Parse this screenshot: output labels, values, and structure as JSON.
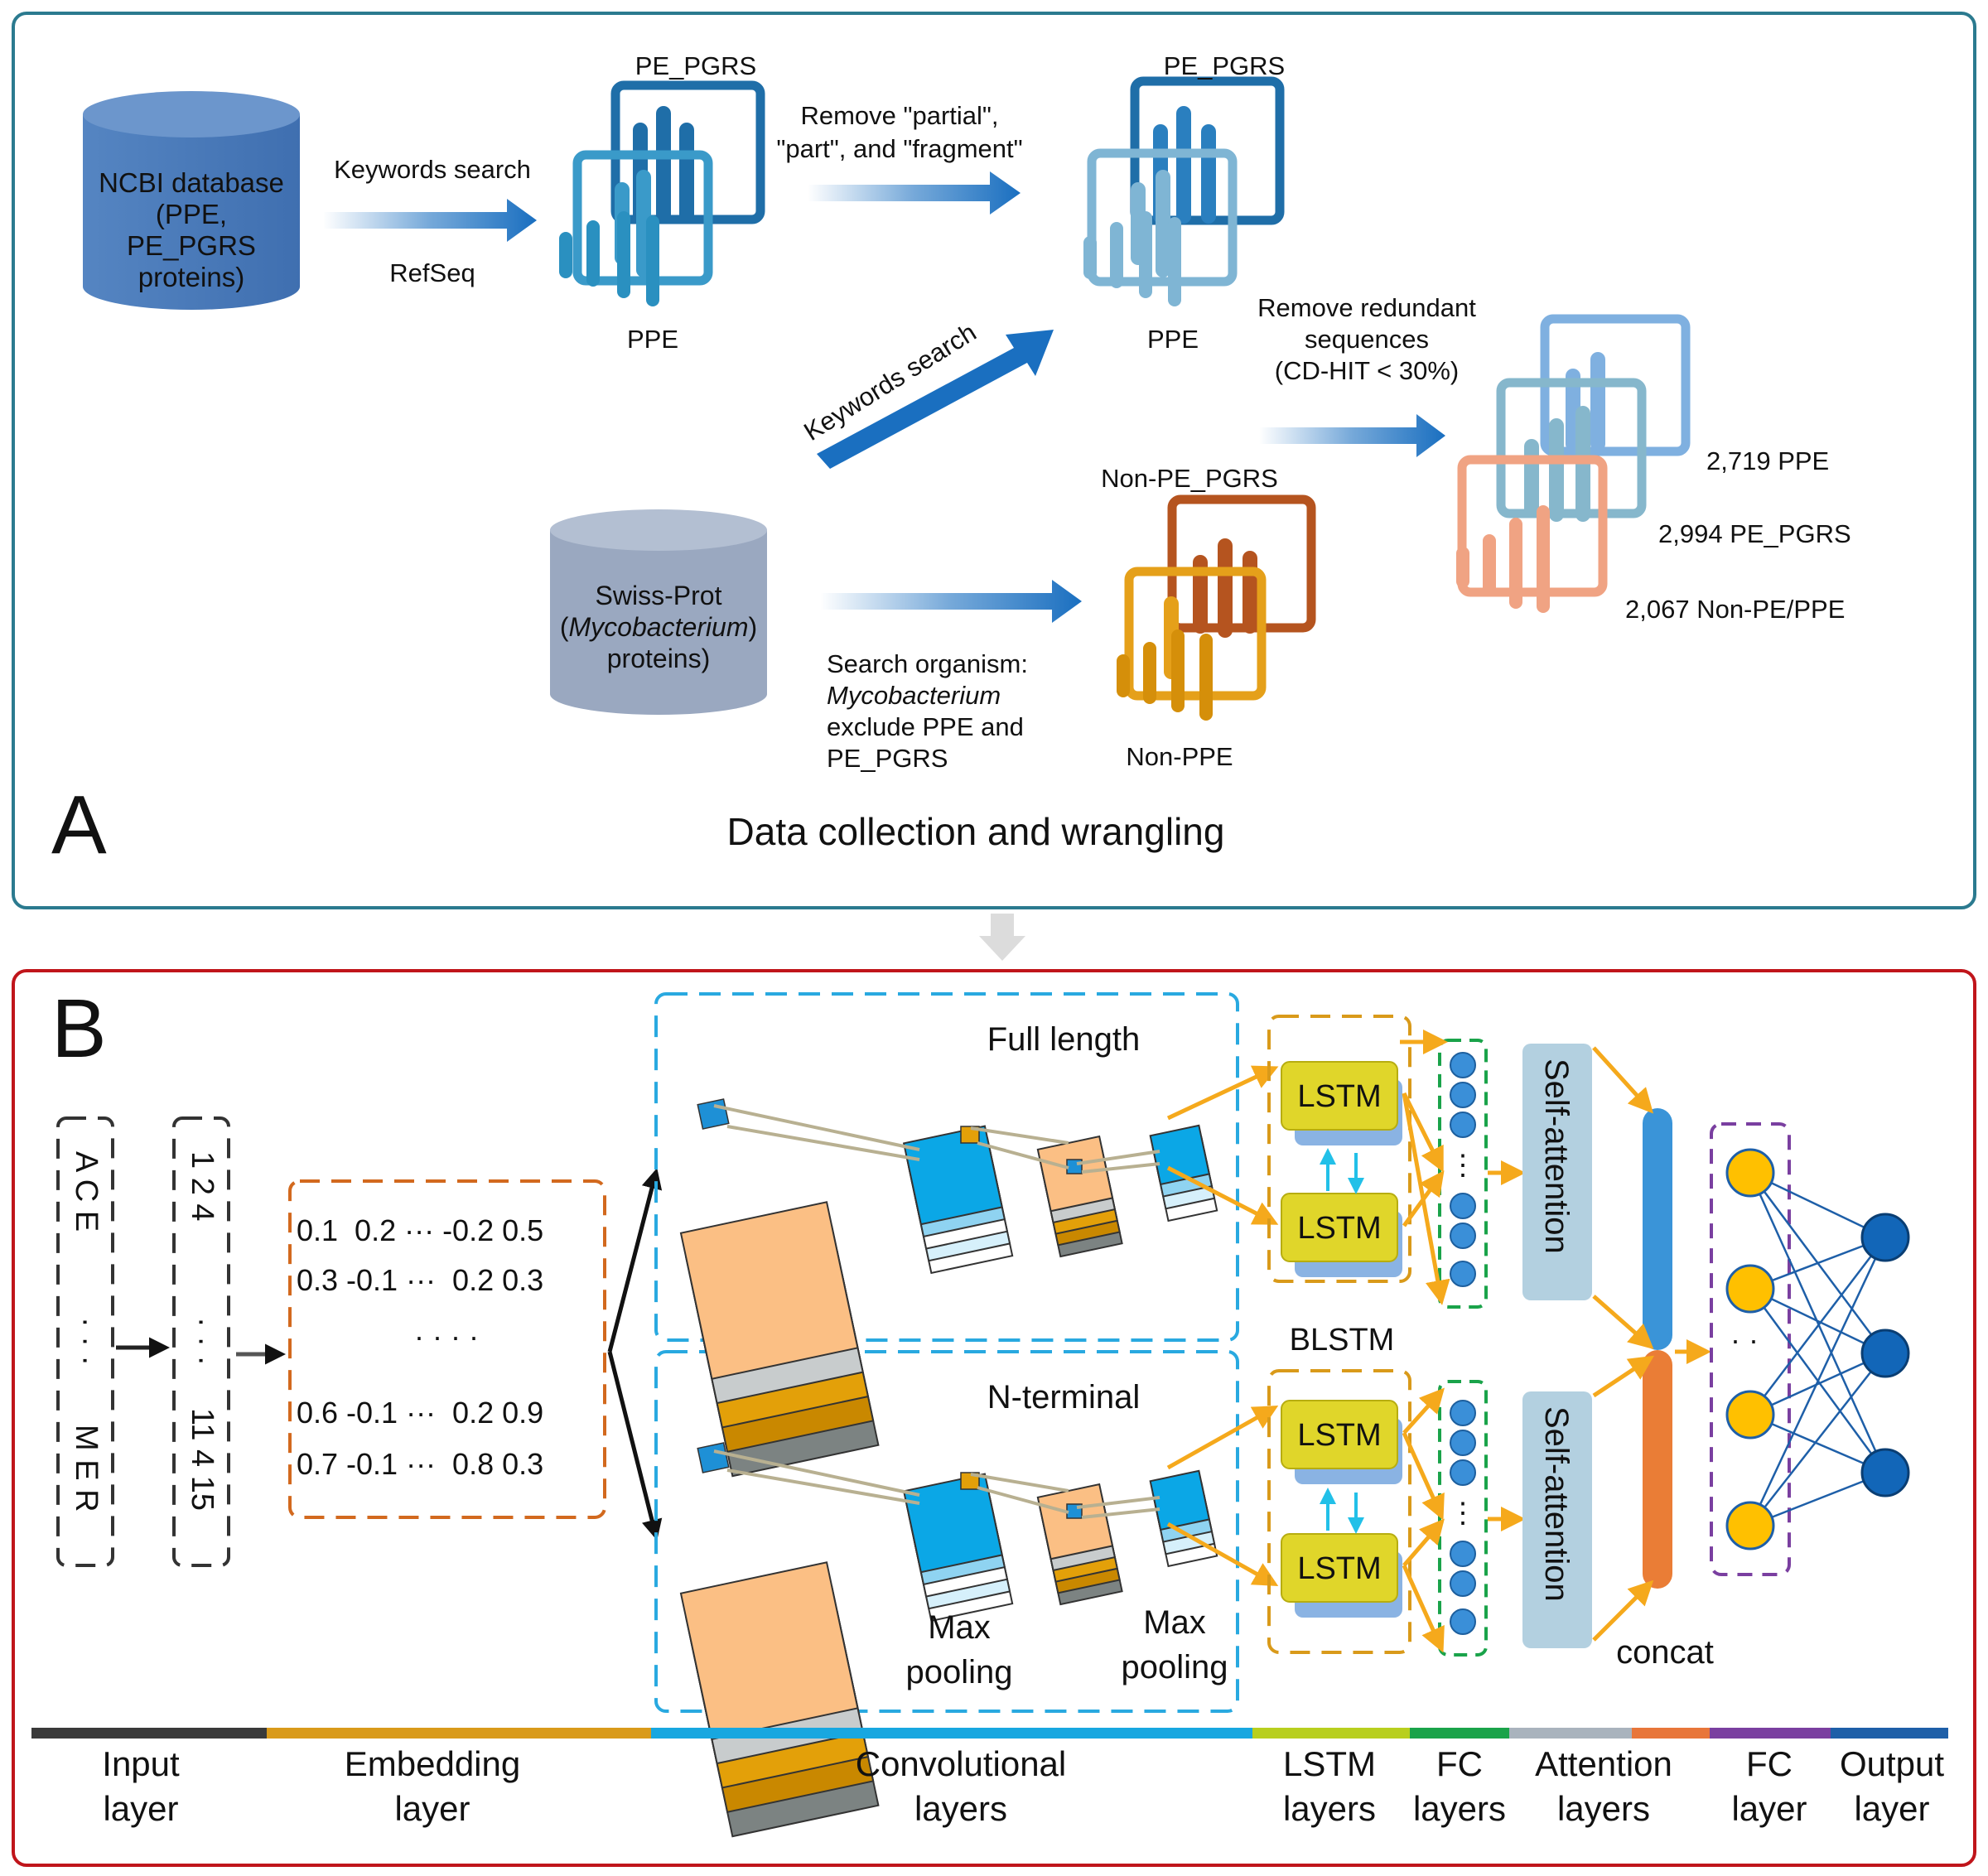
{
  "panel_a": {
    "letter": "A",
    "caption": "Data collection and wrangling",
    "ncbi_db": [
      "NCBI database",
      "(PPE,",
      "PE_PGRS",
      "proteins)"
    ],
    "swiss_db": [
      "Swiss-Prot",
      "(",
      "Mycobacterium",
      ")",
      "proteins)"
    ],
    "kw_search_1": "Keywords search",
    "refseq": "RefSeq",
    "stack1_top": "PE_PGRS",
    "stack1_bottom": "PPE",
    "remove_line1": "Remove \"partial\",",
    "remove_line2": "\"part\", and \"fragment\"",
    "stack2_top": "PE_PGRS",
    "stack2_bottom": "PPE",
    "kw_search_2": "Keywords search",
    "redundant": [
      "Remove redundant",
      "sequences",
      "(CD-HIT < 30%)"
    ],
    "nonpe_top": "Non-PE_PGRS",
    "nonpe_bottom": "Non-PPE",
    "organism": [
      "Search organism:",
      "Mycobacterium",
      "exclude PPE and",
      "PE_PGRS"
    ],
    "count_ppe": "2,719 PPE",
    "count_pe": "2,994 PE_PGRS",
    "count_non": "2,067 Non-PE/PPE"
  },
  "panel_b": {
    "letter": "B",
    "input_seq_top": "A C E",
    "input_seq_mid": "· · ·",
    "input_seq_bottom": "M E R",
    "index_top": "1 2 4",
    "index_mid": "· · ·",
    "index_bottom": "11 4 15",
    "embed_rows": [
      "0.1  0.2 ··· -0.2 0.5",
      "0.3 -0.1 ···  0.2 0.3",
      "0.6 -0.1 ···  0.2 0.9",
      "0.7 -0.1 ···  0.8 0.3"
    ],
    "full_length": "Full length",
    "n_terminal": "N-terminal",
    "max_pooling_1": [
      "Max",
      "pooling"
    ],
    "max_pooling_2": [
      "Max",
      "pooling"
    ],
    "lstm": "LSTM",
    "blstm": "BLSTM",
    "self_attention": "Self-attention",
    "concat": "concat"
  },
  "legend": [
    {
      "label": [
        "Input",
        "layer"
      ],
      "color": "#3a3a3a"
    },
    {
      "label": [
        "Embedding",
        "layer"
      ],
      "color": "#d99a1a"
    },
    {
      "label": [
        "Convolutional",
        "layers"
      ],
      "color": "#18a7e0"
    },
    {
      "label": [
        "LSTM",
        "layers"
      ],
      "color": "#b8cf1e"
    },
    {
      "label": [
        "FC",
        "layers"
      ],
      "color": "#1aa34a"
    },
    {
      "label": [
        "Attention",
        "layers"
      ],
      "color": "#a9b3bd"
    },
    {
      "label": [],
      "color": "#e8763a"
    },
    {
      "label": [
        "FC",
        "layer"
      ],
      "color": "#7a3fa0"
    },
    {
      "label": [
        "Output",
        "layer"
      ],
      "color": "#1e5fa8"
    }
  ],
  "colors": {
    "panel_a_border": "#2b7a8f",
    "panel_b_border": "#c0151b",
    "ncbi_db": "#4f7fbd",
    "swiss_db": "#9aa8c0",
    "arrow_blue": "#1a6fc0",
    "stack_dark": "#1f6ea8",
    "stack_mid": "#3a9ac9",
    "stack_light": "#7fb5d4",
    "stack_orange_dark": "#b5541f",
    "stack_orange": "#e5a01a",
    "stack_salmon": "#f0a383",
    "lstm_fill": "#e0d62a",
    "lstm_back": "#8ab3e3",
    "attention_fill": "#b3d0e0",
    "fc_node": "#ffc000",
    "out_node": "#1266b8",
    "concat_top": "#3a94d8",
    "concat_bottom": "#ea7d36",
    "orange_arrow": "#f5a91c",
    "conv_orange_light": "#fbbf84",
    "conv_orange": "#e3a009",
    "conv_grey": "#c8cccd",
    "conv_dark": "#7c8382",
    "conv_blue": "#0ba7e6"
  }
}
